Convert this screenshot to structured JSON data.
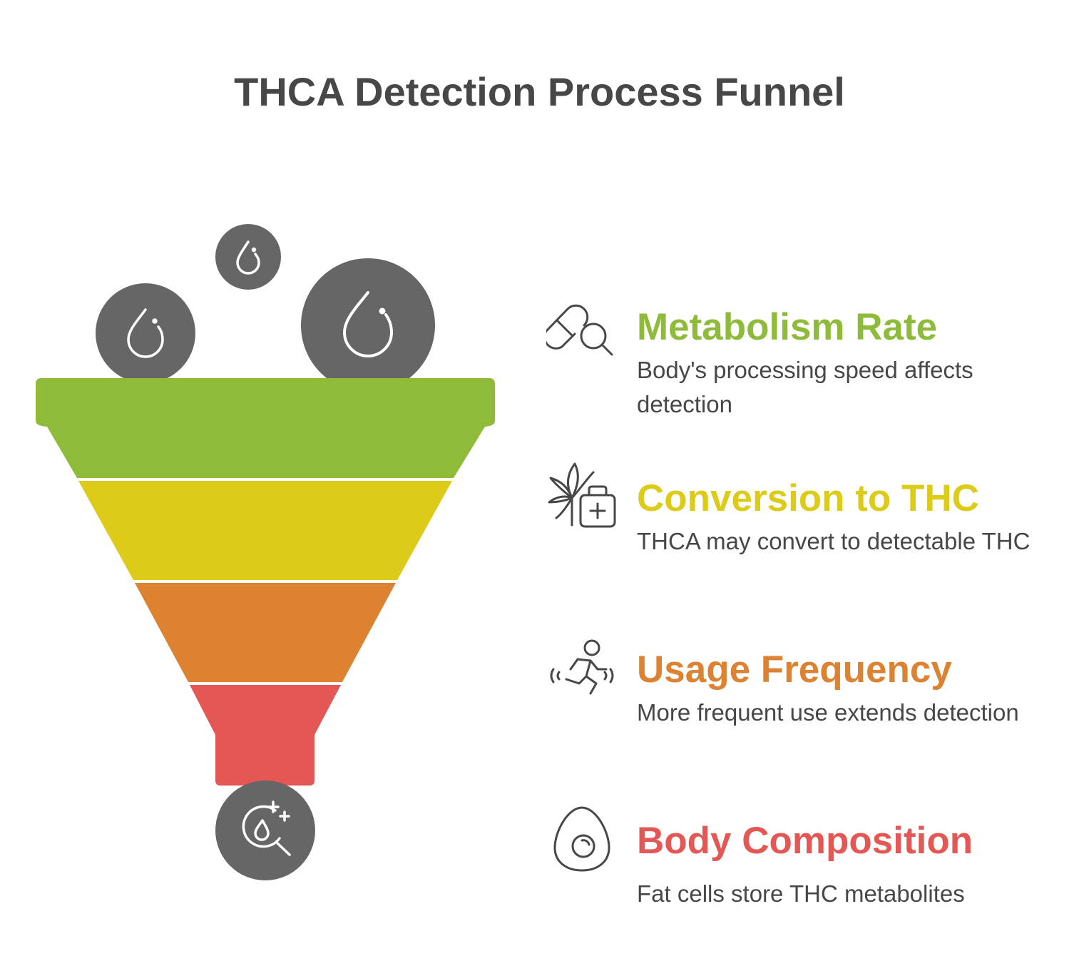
{
  "title": "THCA Detection Process Funnel",
  "items": [
    {
      "heading": "Metabolism Rate",
      "description": "Body's processing speed affects detection",
      "color": "#8fbb3b",
      "icon": "pill-search-icon"
    },
    {
      "heading": "Conversion to THC",
      "description": "THCA may convert to detectable THC",
      "color": "#dccb18",
      "icon": "cannabis-medkit-icon"
    },
    {
      "heading": "Usage Frequency",
      "description": "More frequent use extends detection",
      "color": "#dc8231",
      "icon": "running-person-icon"
    },
    {
      "heading": "Body Composition",
      "description": "Fat cells store THC metabolites",
      "color": "#e45755",
      "icon": "egg-icon"
    }
  ],
  "funnel": {
    "circle_color": "#666666",
    "input_icons": [
      "drop-icon",
      "drop-icon",
      "drop-icon"
    ],
    "output_icon": "drop-search-sparkle-icon"
  }
}
